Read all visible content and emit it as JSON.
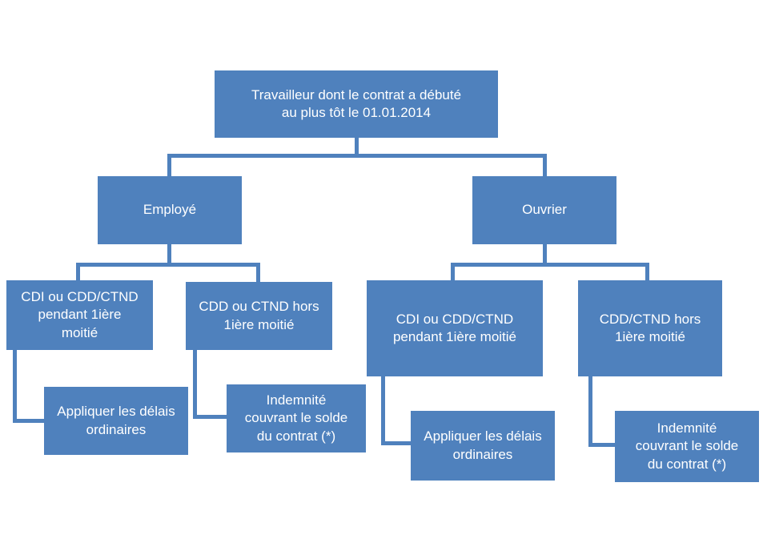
{
  "diagram": {
    "colors": {
      "box": "#4f81bd",
      "line": "#4f81bd",
      "text": "#ffffff",
      "background": "#ffffff"
    },
    "nodes": {
      "root": {
        "label": "Travailleur dont le contrat a débuté\nau plus tôt le 01.01.2014"
      },
      "employe": {
        "label": "Employé"
      },
      "ouvrier": {
        "label": "Ouvrier"
      },
      "emp_cdi": {
        "label": "CDI ou CDD/CTND\npendant 1ière\nmoitié"
      },
      "emp_cdd": {
        "label": "CDD ou CTND hors\n1ière moitié"
      },
      "ouv_cdi": {
        "label": "CDI ou CDD/CTND\npendant 1ière moitié"
      },
      "ouv_cdd": {
        "label": "CDD/CTND hors\n1ière moitié"
      },
      "emp_cdi_action": {
        "label": "Appliquer les délais\nordinaires"
      },
      "emp_cdd_action": {
        "label": "Indemnité\ncouvrant le solde\ndu contrat (*)"
      },
      "ouv_cdi_action": {
        "label": "Appliquer les délais\nordinaires"
      },
      "ouv_cdd_action": {
        "label": "Indemnité\ncouvrant le solde\ndu contrat (*)"
      }
    }
  }
}
